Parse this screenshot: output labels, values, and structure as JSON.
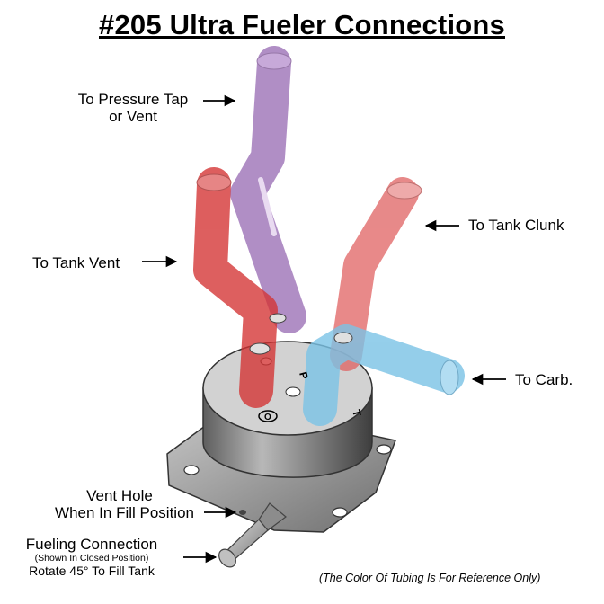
{
  "title": "#205 Ultra Fueler Connections",
  "labels": {
    "pressure_line1": "To Pressure Tap",
    "pressure_line2": "or Vent",
    "tank_clunk": "To Tank Clunk",
    "tank_vent": "To Tank Vent",
    "carb": "To Carb.",
    "vent_hole_line1": "Vent Hole",
    "vent_hole_line2": "When In Fill Position",
    "fueling_line1": "Fueling Connection",
    "fueling_line2": "(Shown In Closed Position)",
    "fueling_line3": "Rotate 45° To Fill Tank"
  },
  "port_letters": {
    "p": "P",
    "t": "T",
    "o": "O"
  },
  "note": "(The Color Of Tubing Is For Reference Only)",
  "colors": {
    "pressure_tube": "#a77fbf",
    "vent_tube": "#d63b3b",
    "clunk_tube": "#e06a6a",
    "carb_tube": "#7fc5e6",
    "body_gray": "#9a9a9a"
  }
}
